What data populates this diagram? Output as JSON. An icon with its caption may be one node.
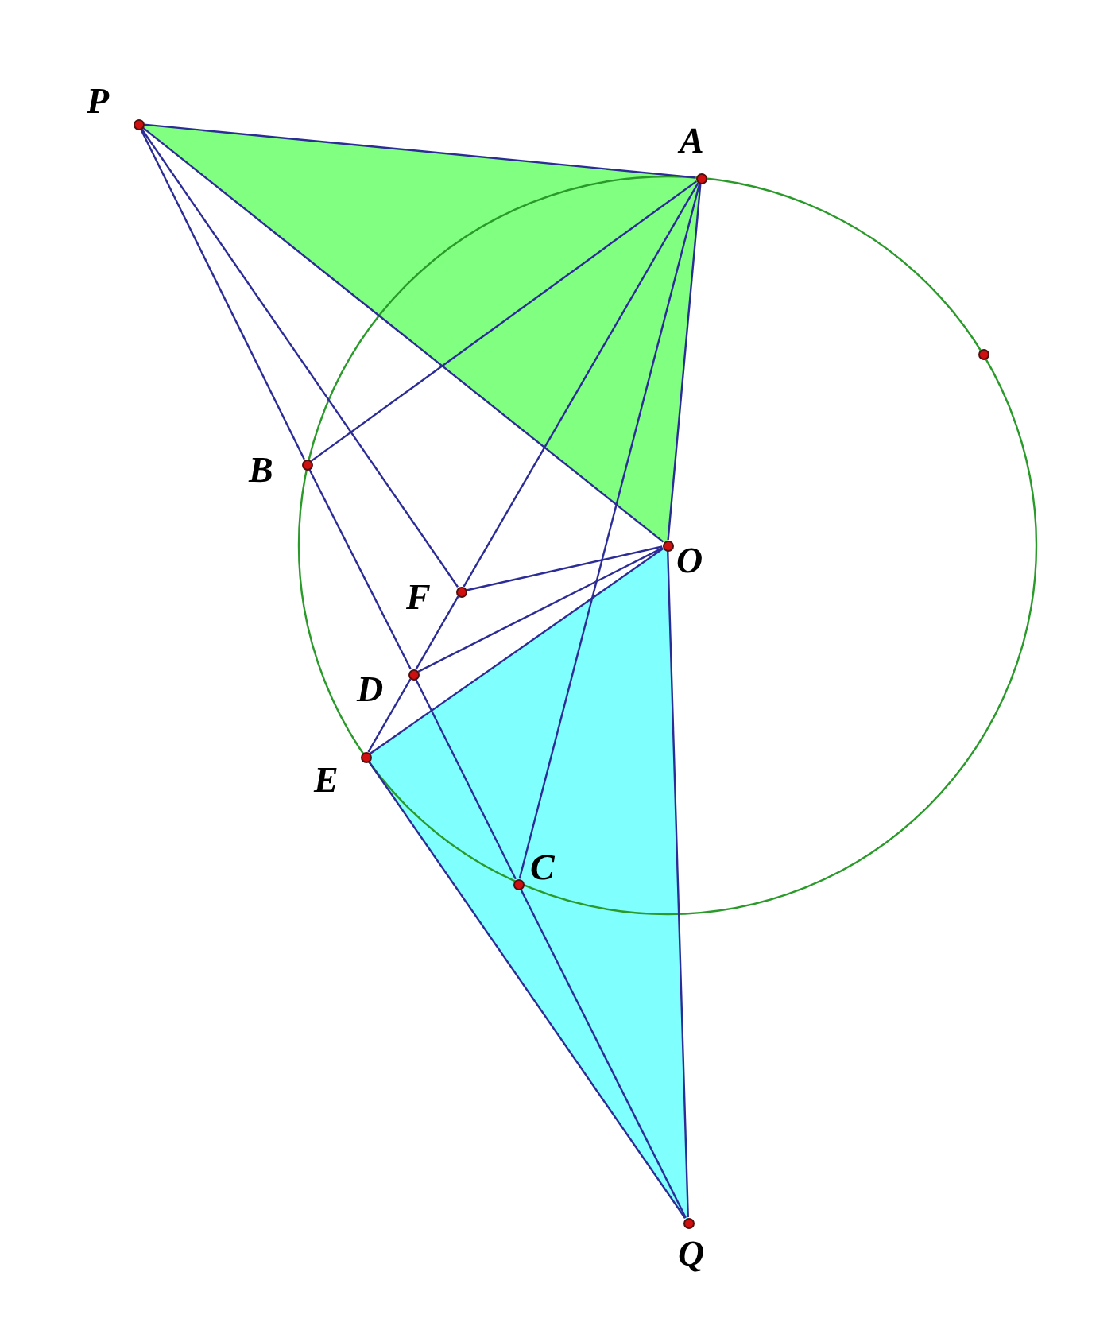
{
  "diagram": {
    "nodes": [
      {
        "text": [
          "P"
        ]
      },
      {
        "text": [
          "A"
        ]
      },
      {
        "text": [
          "B"
        ]
      },
      {
        "text": [
          "O"
        ]
      },
      {
        "text": [
          "F"
        ]
      },
      {
        "text": [
          "D"
        ]
      },
      {
        "text": [
          "E"
        ]
      },
      {
        "text": [
          "C"
        ]
      },
      {
        "text": [
          "Q"
        ]
      }
    ],
    "edges": [
      {
        "from": 0,
        "to": 1,
        "arrow": "none"
      },
      {
        "from": 1,
        "to": 3,
        "arrow": "none"
      },
      {
        "from": 0,
        "to": 3,
        "arrow": "none"
      },
      {
        "from": 0,
        "to": 2,
        "arrow": "none"
      },
      {
        "from": 2,
        "to": 5,
        "arrow": "none"
      },
      {
        "from": 5,
        "to": 7,
        "arrow": "none"
      },
      {
        "from": 7,
        "to": 8,
        "arrow": "none"
      },
      {
        "from": 1,
        "to": 2,
        "arrow": "none"
      },
      {
        "from": 0,
        "to": 4,
        "arrow": "none"
      },
      {
        "from": 1,
        "to": 4,
        "arrow": "none"
      },
      {
        "from": 4,
        "to": 5,
        "arrow": "none"
      },
      {
        "from": 5,
        "to": 6,
        "arrow": "none"
      },
      {
        "from": 1,
        "to": 7,
        "arrow": "none"
      },
      {
        "from": 3,
        "to": 4,
        "arrow": "none"
      },
      {
        "from": 3,
        "to": 5,
        "arrow": "none"
      },
      {
        "from": 3,
        "to": 6,
        "arrow": "none"
      },
      {
        "from": 3,
        "to": 8,
        "arrow": "none"
      },
      {
        "from": 6,
        "to": 8,
        "arrow": "none"
      }
    ]
  }
}
